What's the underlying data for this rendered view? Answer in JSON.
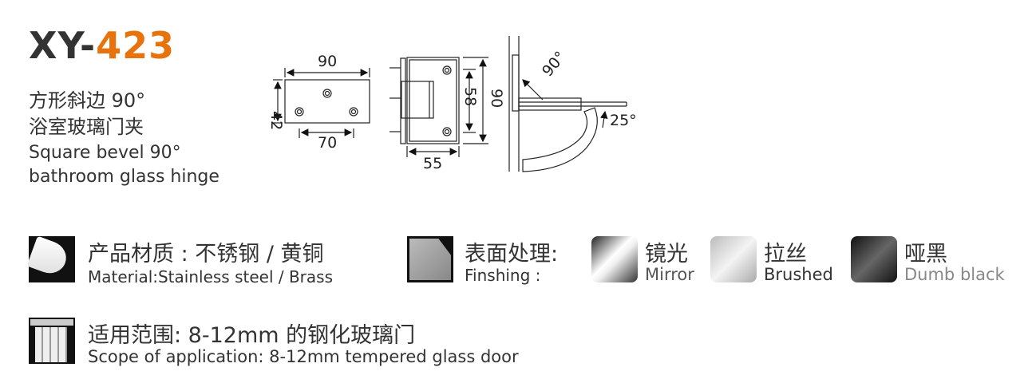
{
  "product": {
    "code_prefix": "XY-",
    "code_number": "423",
    "desc_cn_1": "方形斜边 90°",
    "desc_cn_2": "浴室玻璃门夹",
    "desc_en_1": "Square bevel 90°",
    "desc_en_2": "bathroom glass hinge"
  },
  "drawings": {
    "width": "90",
    "height": "42",
    "hole_spacing": "70",
    "inner_height": "58",
    "outer_height": "90",
    "depth": "55",
    "angle_open": "90°",
    "angle_back": "25°"
  },
  "material": {
    "label_cn": "产品材质 : 不锈钢 / 黄铜",
    "label_en": "Material:Stainless steel / Brass"
  },
  "finish": {
    "label_cn": "表面处理:",
    "label_en": "Finshing :",
    "options": [
      {
        "cn": "镜光",
        "en": "Mirror",
        "color": "#555"
      },
      {
        "cn": "拉丝",
        "en": "Brushed",
        "color": "#333"
      },
      {
        "cn": "哑黑",
        "en": "Dumb black",
        "color": "#888"
      }
    ]
  },
  "scope": {
    "label_cn": "适用范围:  8-12mm 的钢化玻璃门",
    "label_en": "Scope of application: 8-12mm tempered glass door"
  },
  "colors": {
    "accent": "#e8730c"
  }
}
